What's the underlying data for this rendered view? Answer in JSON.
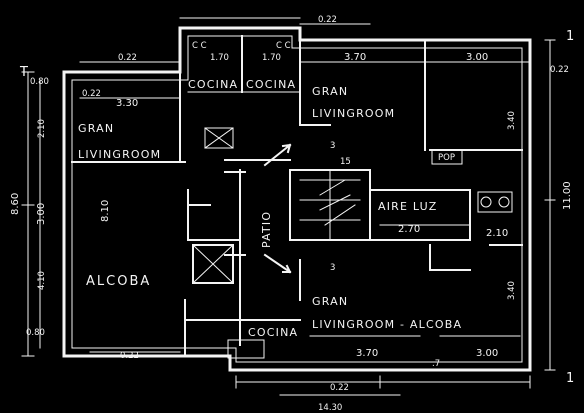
{
  "plan": {
    "rooms": {
      "cocina_top_left": "COCINA",
      "cocina_top_right": "COCINA",
      "gran_living_top_right_1": "GRAN",
      "gran_living_top_right_2": "LIVINGROOM",
      "gran_living_left_1": "GRAN",
      "gran_living_left_2": "LIVINGROOM",
      "alcoba_left": "ALCOBA",
      "patio": "PATIO",
      "aireluz": "AIRE LUZ",
      "gran_living_bottom_1": "GRAN",
      "gran_living_bottom_2": "LIVINGROOM - ALCOBA",
      "cocina_bottom": "COCINA",
      "pop": "POP"
    },
    "dimensions": {
      "top_022": "0.22",
      "top_left_022": "0.22",
      "top_cc_left": "C C",
      "top_cc_right": "C C",
      "d_170": "1.70",
      "d_170b": "1.70",
      "d_370_top": "3.70",
      "d_300_top": "3.00",
      "right_022": "0.22",
      "left_080_top": "0.80",
      "left_022": "0.22",
      "d_330": "3.30",
      "d_210": "2.10",
      "d_340": "3.40",
      "d_15": "15",
      "d_3": "3",
      "d_810": "8.10",
      "left_860": "8.60",
      "left_300": "3.00",
      "right_1100": "11.00",
      "d_270": "2.70",
      "d_210b": "2.10",
      "d_340b": "3.40",
      "d_410": "4.10",
      "d_3b": "3",
      "left_080_bottom": "0.80",
      "bottom_022": "0.22",
      "d_370_bottom": "3.70",
      "d_300_bottom": "3.00",
      "d_7": ".7",
      "bottom_022b": "0.22",
      "bottom_1430": "14.30",
      "left_mark_T": "T",
      "right_mark_1": "1",
      "right_mark_1b": "1"
    }
  }
}
